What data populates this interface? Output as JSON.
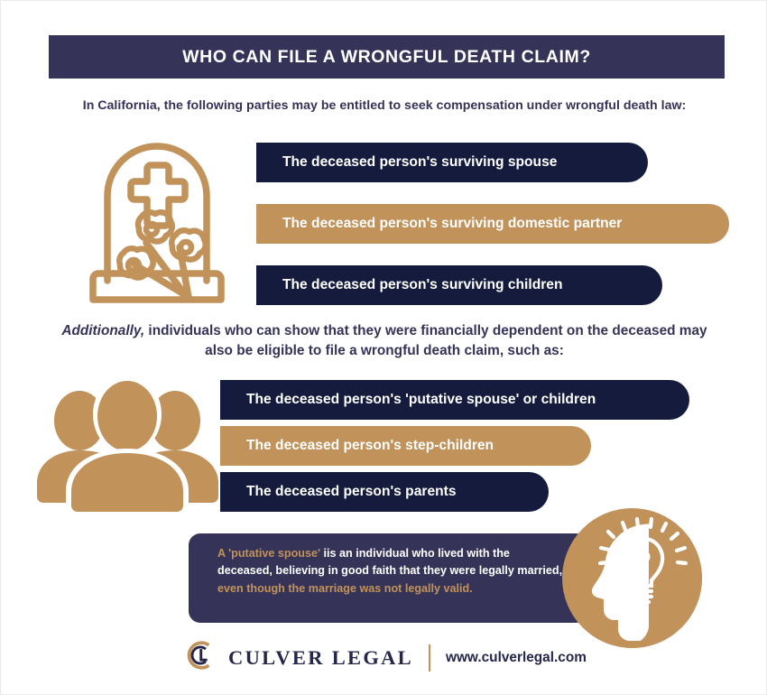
{
  "header": {
    "title": "WHO CAN FILE A WRONGFUL DEATH CLAIM?"
  },
  "intro": {
    "text": "In California, the following parties may be entitled to seek compensation under wrongful death law:"
  },
  "group1": {
    "icon": "tombstone-icon",
    "items": [
      {
        "label": "The deceased person's surviving spouse",
        "color": "#141b3d"
      },
      {
        "label": "The deceased person's surviving domestic partner",
        "color": "#c1925a"
      },
      {
        "label": "The deceased person's surviving children",
        "color": "#141b3d"
      }
    ]
  },
  "additionally": {
    "lead": "Additionally,",
    "rest": " individuals who can show that they were financially dependent on the deceased may also be eligible to file a wrongful death claim, such as:"
  },
  "group2": {
    "icon": "people-group-icon",
    "items": [
      {
        "label": "The deceased person's 'putative spouse' or children",
        "color": "#141b3d"
      },
      {
        "label": "The deceased person's step-children",
        "color": "#c1925a"
      },
      {
        "label": "The deceased person's parents",
        "color": "#141b3d"
      }
    ]
  },
  "callout": {
    "icon": "head-lightbulb-icon",
    "part1": "A 'putative spouse'",
    "part2": " iis an individual who lived with the deceased, believing in good faith that they were legally married, ",
    "part3": "even though the marriage was not legally valid."
  },
  "footer": {
    "logo_icon": "culver-legal-logo-icon",
    "brand": "CULVER LEGAL",
    "url": "www.culverlegal.com"
  },
  "colors": {
    "header_navy": "#353458",
    "banner_navy": "#141b3d",
    "tan": "#c1925a",
    "white": "#ffffff"
  }
}
